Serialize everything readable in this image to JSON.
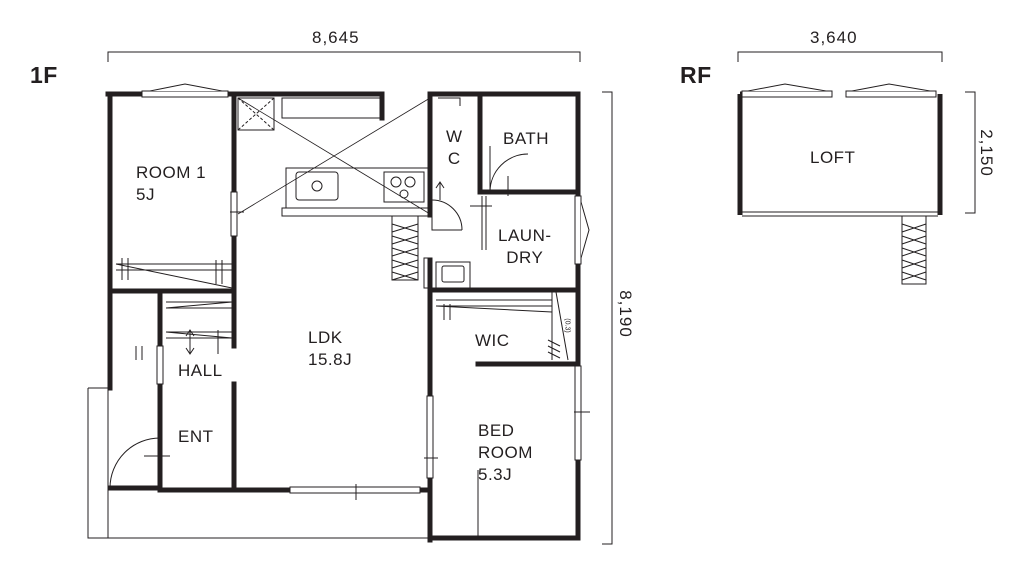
{
  "floors": {
    "first": "1F",
    "roof": "RF"
  },
  "dimensions": {
    "first_width": "8,645",
    "first_depth": "8,190",
    "roof_width": "3,640",
    "roof_depth": "2,150"
  },
  "rooms": {
    "room1_name": "ROOM 1",
    "room1_size": "5J",
    "wc_line1": "W",
    "wc_line2": "C",
    "bath": "BATH",
    "laundry_line1": "LAUN-",
    "laundry_line2": "DRY",
    "ldk_name": "LDK",
    "ldk_size": "15.8J",
    "wic": "WIC",
    "hall": "HALL",
    "ent": "ENT",
    "bedroom_line1": "BED",
    "bedroom_line2": "ROOM",
    "bedroom_size": "5.3J",
    "loft": "LOFT"
  },
  "annotations": {
    "wic_small": "(0.3)"
  }
}
